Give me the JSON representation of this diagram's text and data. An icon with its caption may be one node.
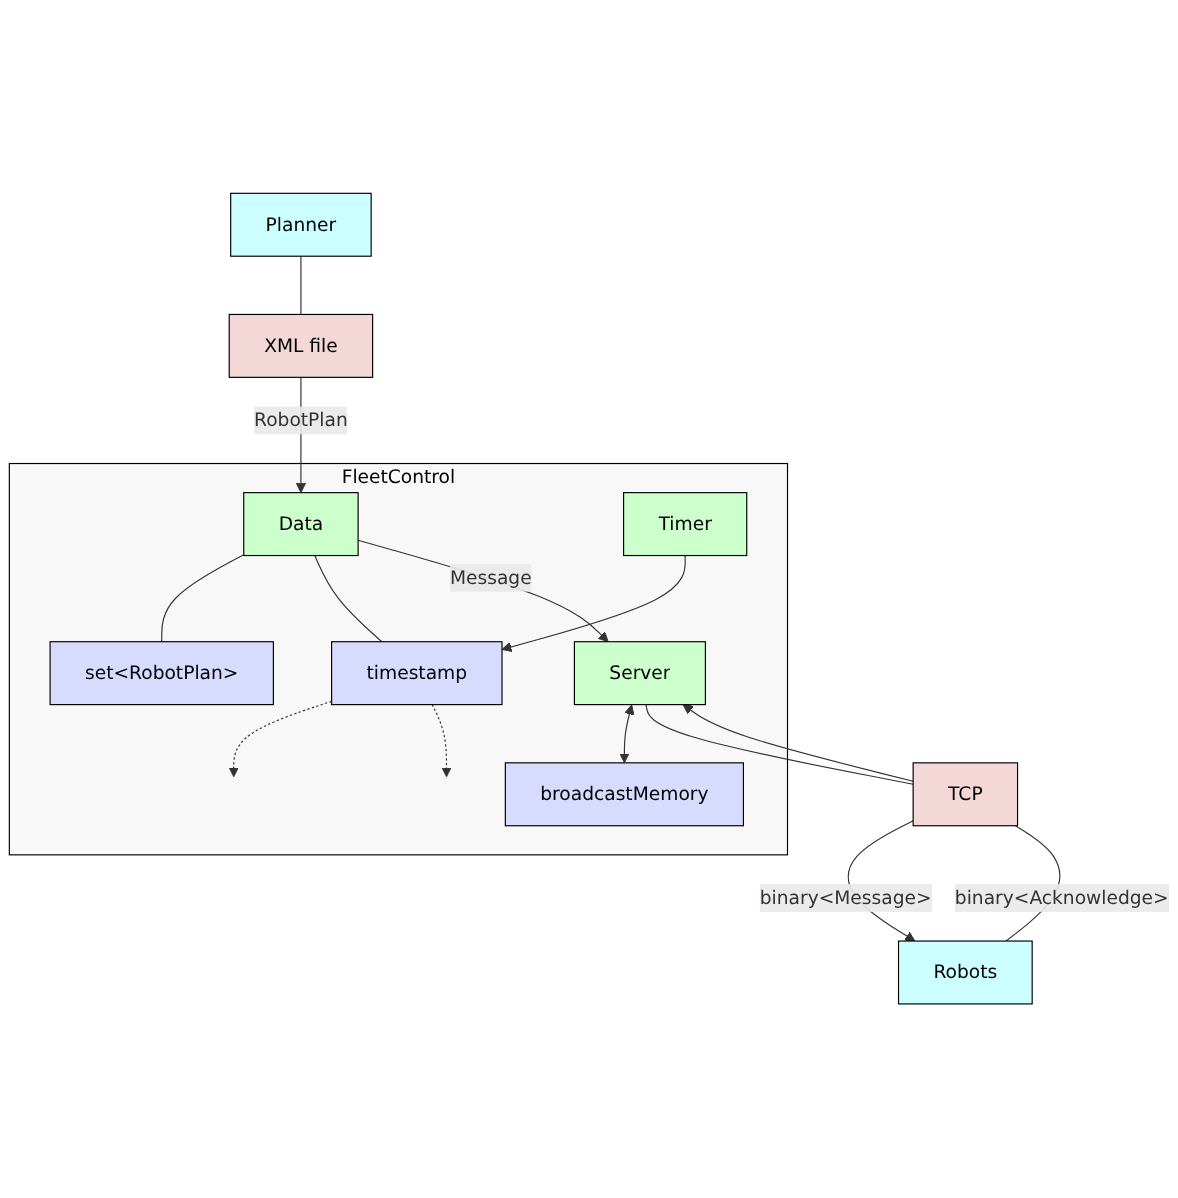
{
  "diagram": {
    "nodes": [
      {
        "text": [
          "Planner"
        ]
      },
      {
        "text": [
          "XML file"
        ]
      },
      {
        "text": [
          "FleetControl"
        ]
      },
      {
        "text": [
          "Data"
        ],
        "in": 2
      },
      {
        "text": [
          "set<RobotPlan>"
        ],
        "in": 2
      },
      {
        "text": [
          "timestamp"
        ],
        "in": 2
      },
      {
        "text": [
          "Timer"
        ],
        "in": 2
      },
      {
        "text": [
          "Server"
        ],
        "in": 2
      },
      {
        "text": [
          "broadcastMemory"
        ],
        "in": 2
      },
      {
        "text": [
          "TCP"
        ]
      },
      {
        "text": [
          "Robots"
        ]
      }
    ],
    "edges": [
      {
        "from": 0,
        "to": 1,
        "arrow": "none"
      },
      {
        "from": 1,
        "to": 3,
        "arrow": "to",
        "label": "RobotPlan"
      },
      {
        "from": 3,
        "to": 4,
        "arrow": "none"
      },
      {
        "from": 3,
        "to": 5,
        "arrow": "none"
      },
      {
        "from": 6,
        "to": 5,
        "arrow": "to"
      },
      {
        "from": 5,
        "to": null,
        "arrow": "to",
        "style": "dashed"
      },
      {
        "from": 5,
        "to": null,
        "arrow": "to",
        "style": "dashed"
      },
      {
        "from": 3,
        "to": 7,
        "arrow": "to",
        "label": "Message"
      },
      {
        "from": 7,
        "to": 8,
        "arrow": "both"
      },
      {
        "from": 9,
        "to": 7,
        "arrow": "to"
      },
      {
        "from": 7,
        "to": 9,
        "arrow": "none"
      },
      {
        "from": 9,
        "to": 10,
        "arrow": "to",
        "label": "binary<Message>"
      },
      {
        "from": 10,
        "to": 9,
        "arrow": "none",
        "label": "binary<Acknowledge>"
      }
    ]
  }
}
